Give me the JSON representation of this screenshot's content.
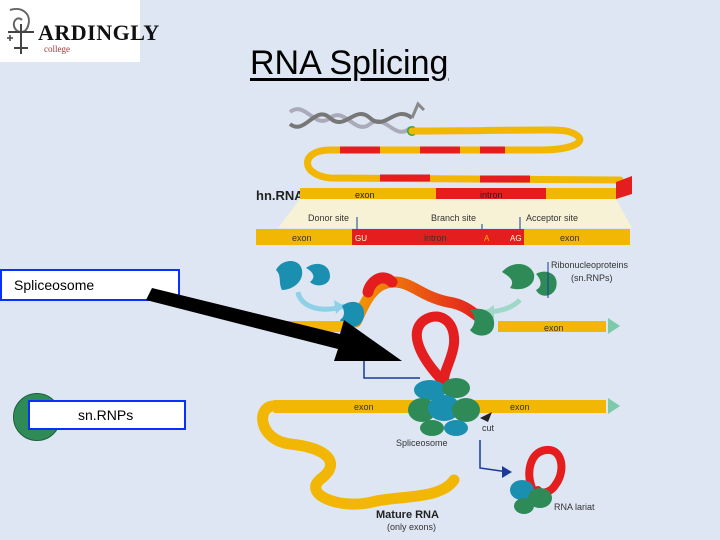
{
  "logo": {
    "name": "ARDINGLY",
    "sub": "college"
  },
  "title": "RNA Splicing",
  "labels": {
    "spliceosome": "Spliceosome",
    "snrnps": "sn.RNPs"
  },
  "diagram": {
    "hnrna": "hn.RNA",
    "exon": "exon",
    "intron": "intron",
    "donor_site": "Donor site",
    "branch_site": "Branch site",
    "acceptor_site": "Acceptor site",
    "gu": "GU",
    "a": "A",
    "ag": "AG",
    "rnp_line1": "Ribonucleoproteins",
    "rnp_line2": "(sn.RNPs)",
    "spliceosome": "Spliceosome",
    "cut": "cut",
    "mature_rna": "Mature RNA",
    "only_exons": "(only exons)",
    "rna_lariat": "RNA lariat"
  },
  "colors": {
    "exon": "#f2b705",
    "intron": "#e41e1e",
    "snrnp_blue": "#1a8fb0",
    "snrnp_green": "#2e8b57",
    "arrow": "#000000"
  }
}
